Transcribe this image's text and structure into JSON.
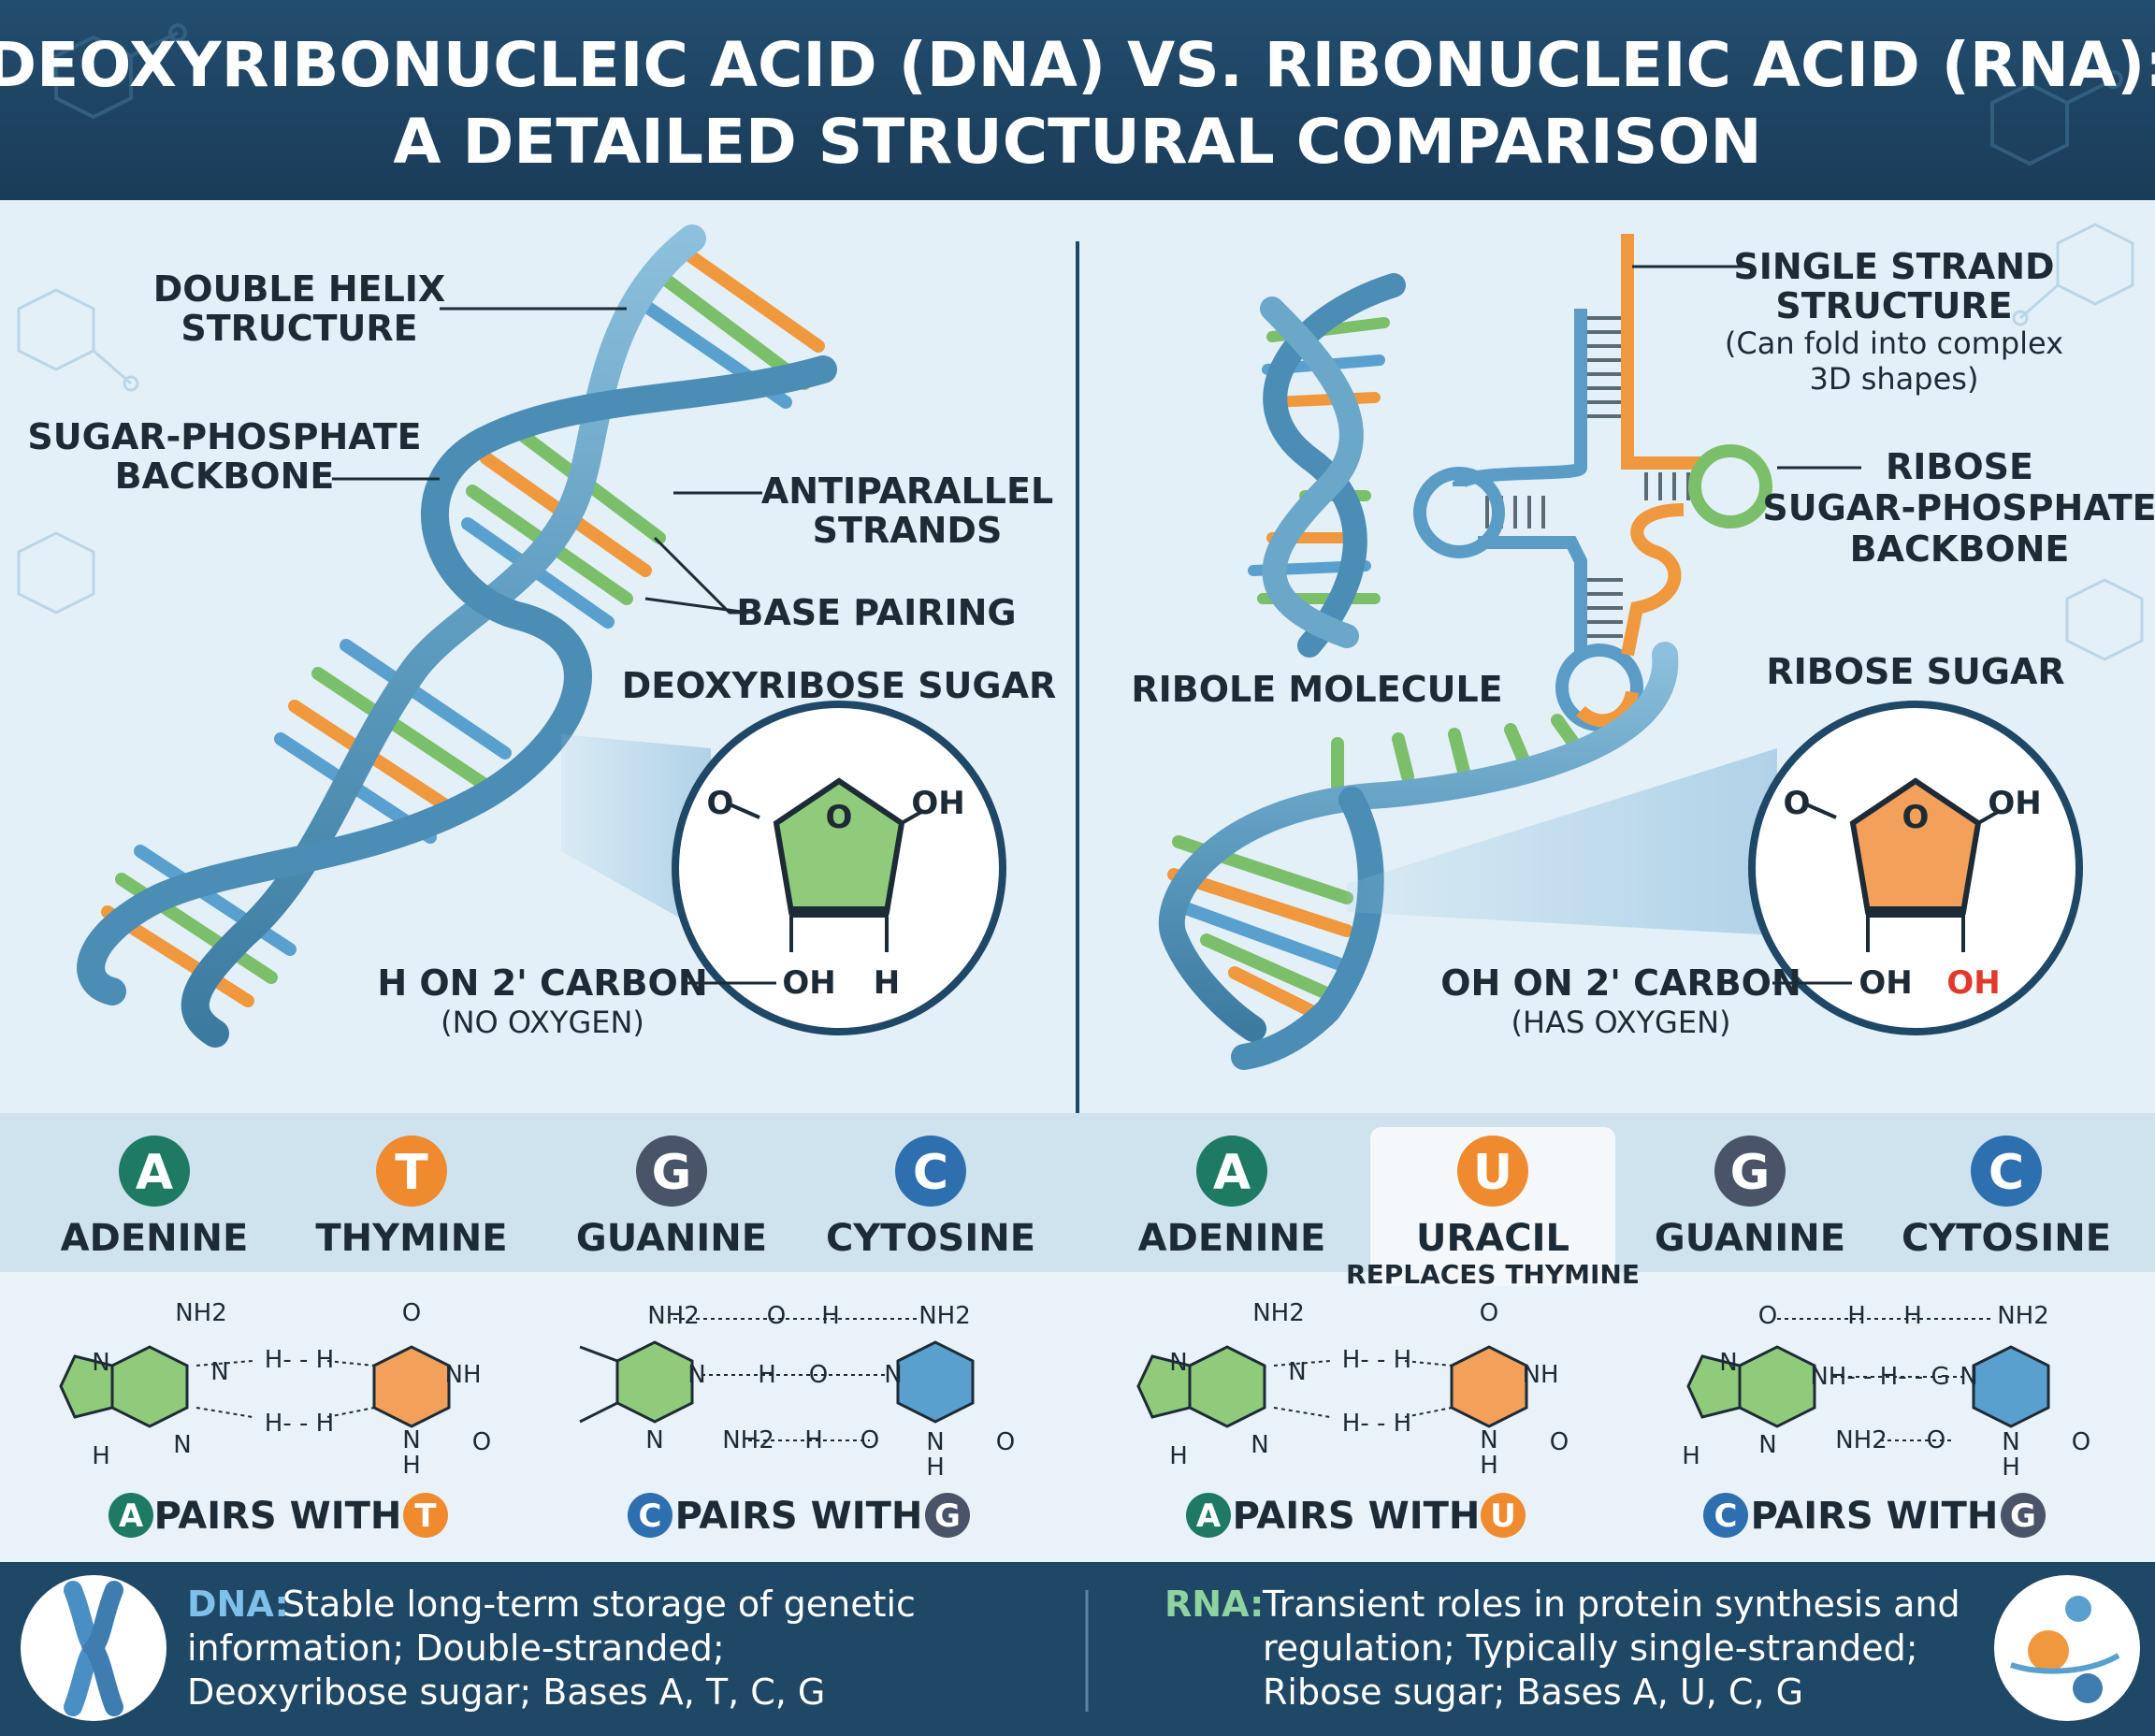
{
  "title": {
    "line1": "DEOXYRIBONUCLEIC ACID (DNA) VS. RIBONUCLEIC ACID (RNA):",
    "line2": "A DETAILED STRUCTURAL COMPARISON"
  },
  "dna": {
    "labels": {
      "double_helix_1": "DOUBLE HELIX",
      "double_helix_2": "STRUCTURE",
      "backbone_1": "SUGAR-PHOSPHATE",
      "backbone_2": "BACKBONE",
      "antiparallel_1": "ANTIPARALLEL",
      "antiparallel_2": "STRANDS",
      "base_pairing": "BASE PAIRING",
      "sugar_title": "DEOXYRIBOSE SUGAR",
      "carbon_label": "H ON 2' CARBON",
      "carbon_note": "(NO OXYGEN)"
    },
    "sugar_ring": {
      "top_left": "O",
      "ring_o": "O",
      "top_right": "OH",
      "bottom_left": "OH",
      "bottom_right": "H"
    },
    "bases": [
      {
        "letter": "A",
        "name": "ADENINE",
        "color": "#1e7a63"
      },
      {
        "letter": "T",
        "name": "THYMINE",
        "color": "#ef8a2f"
      },
      {
        "letter": "G",
        "name": "GUANINE",
        "color": "#4a5468"
      },
      {
        "letter": "C",
        "name": "CYTOSINE",
        "color": "#2e6fb0"
      }
    ],
    "pair_at": {
      "nh2": "NH2",
      "n_top": "N",
      "n_left": "N",
      "n_bottom": "N",
      "h_ring": "H",
      "hh1": "H- - H",
      "hh2": "H- - H",
      "o_top": "O",
      "nh_right": "NH",
      "n_low": "N",
      "h_low": "H",
      "o_right": "O"
    },
    "pair_gc": {
      "nh2_left": "NH2",
      "o_mid": "O",
      "h_mid": "H",
      "nh2_right": "NH2",
      "n_left": "N",
      "h_center": "H",
      "o_center": "O",
      "n_right": "N",
      "n_bottom": "N",
      "nh2_bottom": "NH2",
      "h_bottom": "H",
      "o_bottom": "O",
      "n_low": "N",
      "h_low": "H",
      "o_far": "O"
    },
    "pair_captions": [
      {
        "a": "A",
        "text": "PAIRS WITH",
        "b": "T",
        "a_color": "#1e7a63",
        "b_color": "#ef8a2f"
      },
      {
        "a": "C",
        "text": "PAIRS WITH",
        "b": "G",
        "a_color": "#2e6fb0",
        "b_color": "#4a5468"
      }
    ]
  },
  "rna": {
    "labels": {
      "single_1": "SINGLE STRAND",
      "single_2": "STRUCTURE",
      "single_note_1": "(Can fold into complex",
      "single_note_2": "3D shapes)",
      "ribose_backbone_1": "RIBOSE",
      "ribose_backbone_2": "SUGAR-PHOSPHATE",
      "ribose_backbone_3": "BACKBONE",
      "molecule": "RIBOLE MOLECULE",
      "sugar_title": "RIBOSE SUGAR",
      "carbon_label": "OH ON 2' CARBON",
      "carbon_note": "(HAS OXYGEN)"
    },
    "sugar_ring": {
      "top_left": "O",
      "ring_o": "O",
      "top_right": "OH",
      "bottom_left": "OH",
      "bottom_right": "OH"
    },
    "bases": [
      {
        "letter": "A",
        "name": "ADENINE",
        "color": "#1e7a63"
      },
      {
        "letter": "U",
        "name": "URACIL",
        "color": "#ef8a2f"
      },
      {
        "letter": "G",
        "name": "GUANINE",
        "color": "#4a5468"
      },
      {
        "letter": "C",
        "name": "CYTOSINE",
        "color": "#2e6fb0"
      }
    ],
    "uracil_note": "REPLACES THYMINE",
    "pair_au": {
      "nh2": "NH2",
      "n_top": "N",
      "n_left": "N",
      "n_bottom": "N",
      "h_ring": "H",
      "hh1": "H- - H",
      "hh2": "H- - H",
      "o_top": "O",
      "nh_right": "NH",
      "n_low": "N",
      "h_low": "H",
      "o_right": "O"
    },
    "pair_gc": {
      "o_left": "O",
      "h1": "H",
      "h2": "H",
      "nh2_right": "NH2",
      "n_left": "N",
      "nh": "NH- - H- - G",
      "n_right": "N",
      "n_bottom": "N",
      "nh2_bottom": "NH2",
      "o_bottom": "O",
      "n_low": "N",
      "h_low": "H",
      "o_far": "O",
      "h_ring": "H"
    },
    "pair_captions": [
      {
        "a": "A",
        "text": "PAIRS WITH",
        "b": "U",
        "a_color": "#1e7a63",
        "b_color": "#ef8a2f"
      },
      {
        "a": "C",
        "text": "PAIRS WITH",
        "b": "G",
        "a_color": "#2e6fb0",
        "b_color": "#4a5468"
      }
    ]
  },
  "footer": {
    "dna_head": "DNA:",
    "dna_line1": "Stable long-term storage of genetic",
    "dna_line2": "information; Double-stranded;",
    "dna_line3": "Deoxyribose sugar; Bases A, T, C, G",
    "rna_head": "RNA:",
    "rna_line1": "Transient roles in protein synthesis and",
    "rna_line2": "regulation; Typically single-stranded;",
    "rna_line3": "Ribose sugar; Bases A, U, C, G"
  },
  "colors": {
    "header_bg": "#1f4766",
    "panel_bg": "#e3f0f8",
    "band_bg": "#cfe3ef",
    "strand": "#5d9bbf",
    "strand_dark": "#2f6a8e",
    "green": "#7cbf6a",
    "orange": "#f0983e",
    "blue": "#5aa0cf",
    "red": "#e03a2c"
  }
}
